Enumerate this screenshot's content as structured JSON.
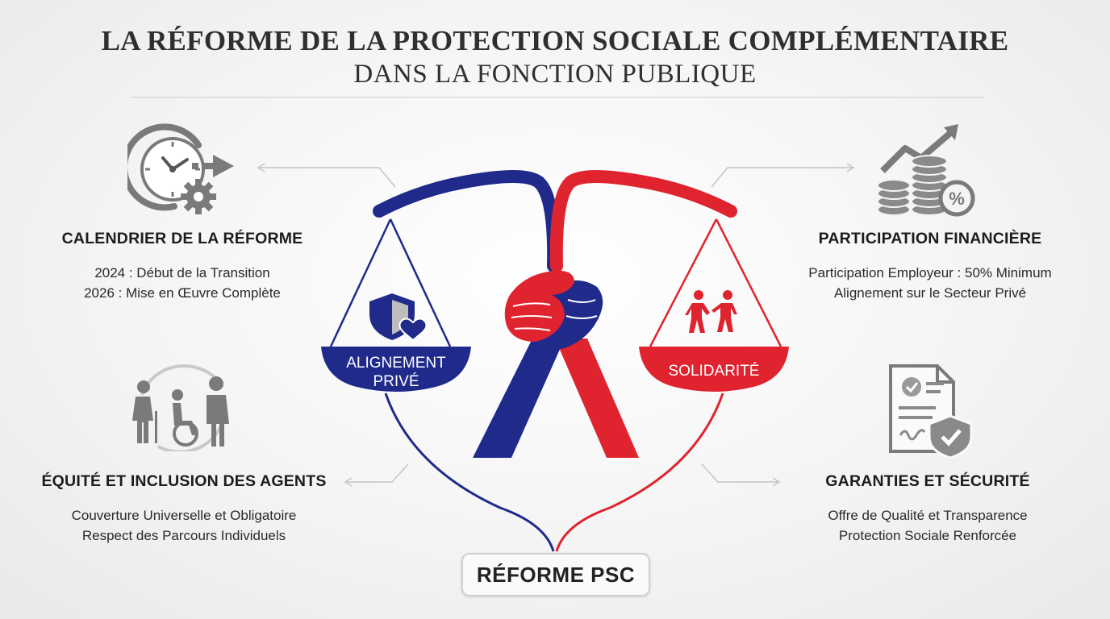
{
  "header": {
    "title": "LA RÉFORME DE LA PROTECTION SOCIALE COMPLÉMENTAIRE",
    "subtitle": "DANS LA FONCTION PUBLIQUE"
  },
  "sections": {
    "calendar": {
      "heading": "CALENDRIER DE LA RÉFORME",
      "lines": [
        "2024 : Début de la Transition",
        "2026 : Mise en Œuvre Complète"
      ],
      "icon": "clock-gear-icon"
    },
    "equity": {
      "heading": "ÉQUITÉ ET INCLUSION DES AGENTS",
      "lines": [
        "Couverture Universelle et Obligatoire",
        "Respect des Parcours Individuels"
      ],
      "icon": "people-inclusion-icon"
    },
    "financial": {
      "heading": "PARTICIPATION FINANCIÈRE",
      "lines": [
        "Participation Employeur : 50% Minimum",
        "Alignement sur le Secteur Privé"
      ],
      "icon": "coins-growth-icon"
    },
    "guarantees": {
      "heading": "GARANTIES ET SÉCURITÉ",
      "lines": [
        "Offre de Qualité et Transparence",
        "Protection Sociale Renforcée"
      ],
      "icon": "document-shield-icon"
    }
  },
  "scale": {
    "left_pan_label_line1": "ALIGNEMENT",
    "left_pan_label_line2": "PRIVÉ",
    "right_pan_label": "SOLIDARITÉ",
    "colors": {
      "blue": "#1f2a8a",
      "red": "#e0242f"
    }
  },
  "badge": {
    "label": "RÉFORME PSC"
  },
  "icon_color": "#7a7a7a"
}
